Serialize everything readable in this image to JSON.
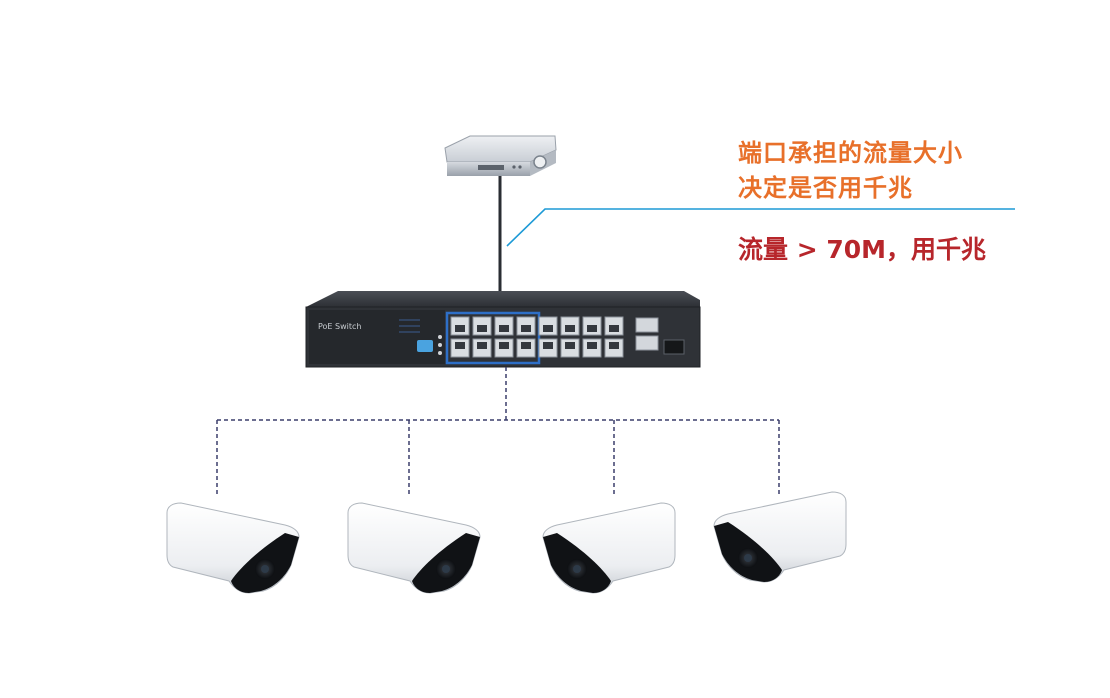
{
  "annotation": {
    "line1": "端口承担的流量大小",
    "line2": "决定是否用千兆",
    "line3": "流量 > 70M，用千兆"
  },
  "switch": {
    "brand_label": "PoE Switch"
  },
  "colors": {
    "annotation_orange": "#e8702a",
    "annotation_red": "#b7262b",
    "leader_line": "#1d9ad6",
    "uplink_cable": "#2a2d33",
    "dashed_cable": "#3b3f6b",
    "switch_body": "#2f3237",
    "poe_port_frame": "#2e6fc7"
  },
  "devices": {
    "nvr": "nvr-icon",
    "switch": "poe-switch-icon",
    "cameras": [
      "bullet-camera-icon",
      "bullet-camera-icon",
      "bullet-camera-icon",
      "bullet-camera-icon"
    ]
  }
}
